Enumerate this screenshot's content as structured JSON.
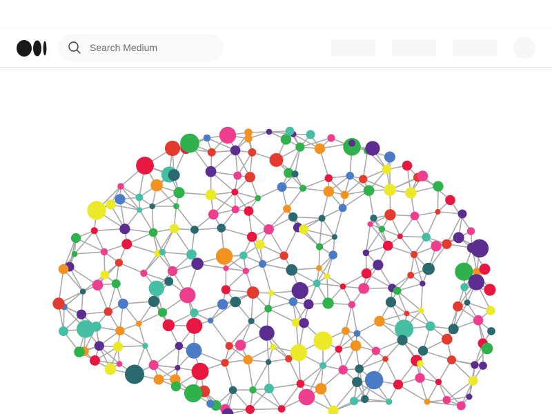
{
  "header": {
    "search": {
      "placeholder": "Search Medium",
      "icon": "search-icon"
    },
    "logo": "medium-logo",
    "nav_placeholders": 3,
    "avatar": "avatar-placeholder"
  },
  "hero": {
    "image": "brain-network-illustration",
    "palette": [
      "#e8173f",
      "#ef3e8d",
      "#f29321",
      "#4b7ac7",
      "#46bea3",
      "#2a6a6e",
      "#5c2d91",
      "#2fb14c",
      "#ece928",
      "#e33b2f"
    ],
    "edge_color": "#a9a9a9"
  }
}
